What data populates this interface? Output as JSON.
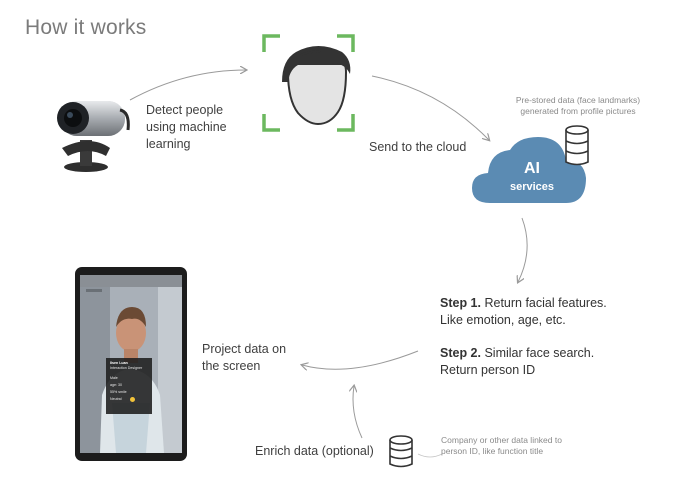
{
  "title": "How it works",
  "labels": {
    "detect": [
      "Detect people",
      "using machine",
      "learning"
    ],
    "send": "Send to the cloud",
    "prestored": [
      "Pre-stored data (face landmarks)",
      "generated from profile pictures"
    ],
    "ai": "AI",
    "services": "services",
    "step1_bold": "Step 1.",
    "step1_rest": " Return facial features.",
    "step1_line2": "Like emotion, age, etc.",
    "step2_bold": "Step 2.",
    "step2_rest": " Similar face search.",
    "step2_line2": "Return person ID",
    "project": [
      "Project data on",
      "the screen"
    ],
    "enrich": "Enrich data (optional)",
    "company": [
      "Company or other data linked to",
      "person ID, like function title"
    ]
  },
  "tablet_overlay": {
    "name": "Ilsen Luan",
    "role": "Interaction Designer",
    "gender": "Male",
    "age": "age: 30",
    "smile": "55% smile",
    "emotion": "Neutral"
  },
  "colors": {
    "cloud": "#5b8bb3",
    "face_frame": "#6cb85f",
    "arrow": "#9a9a9a"
  }
}
